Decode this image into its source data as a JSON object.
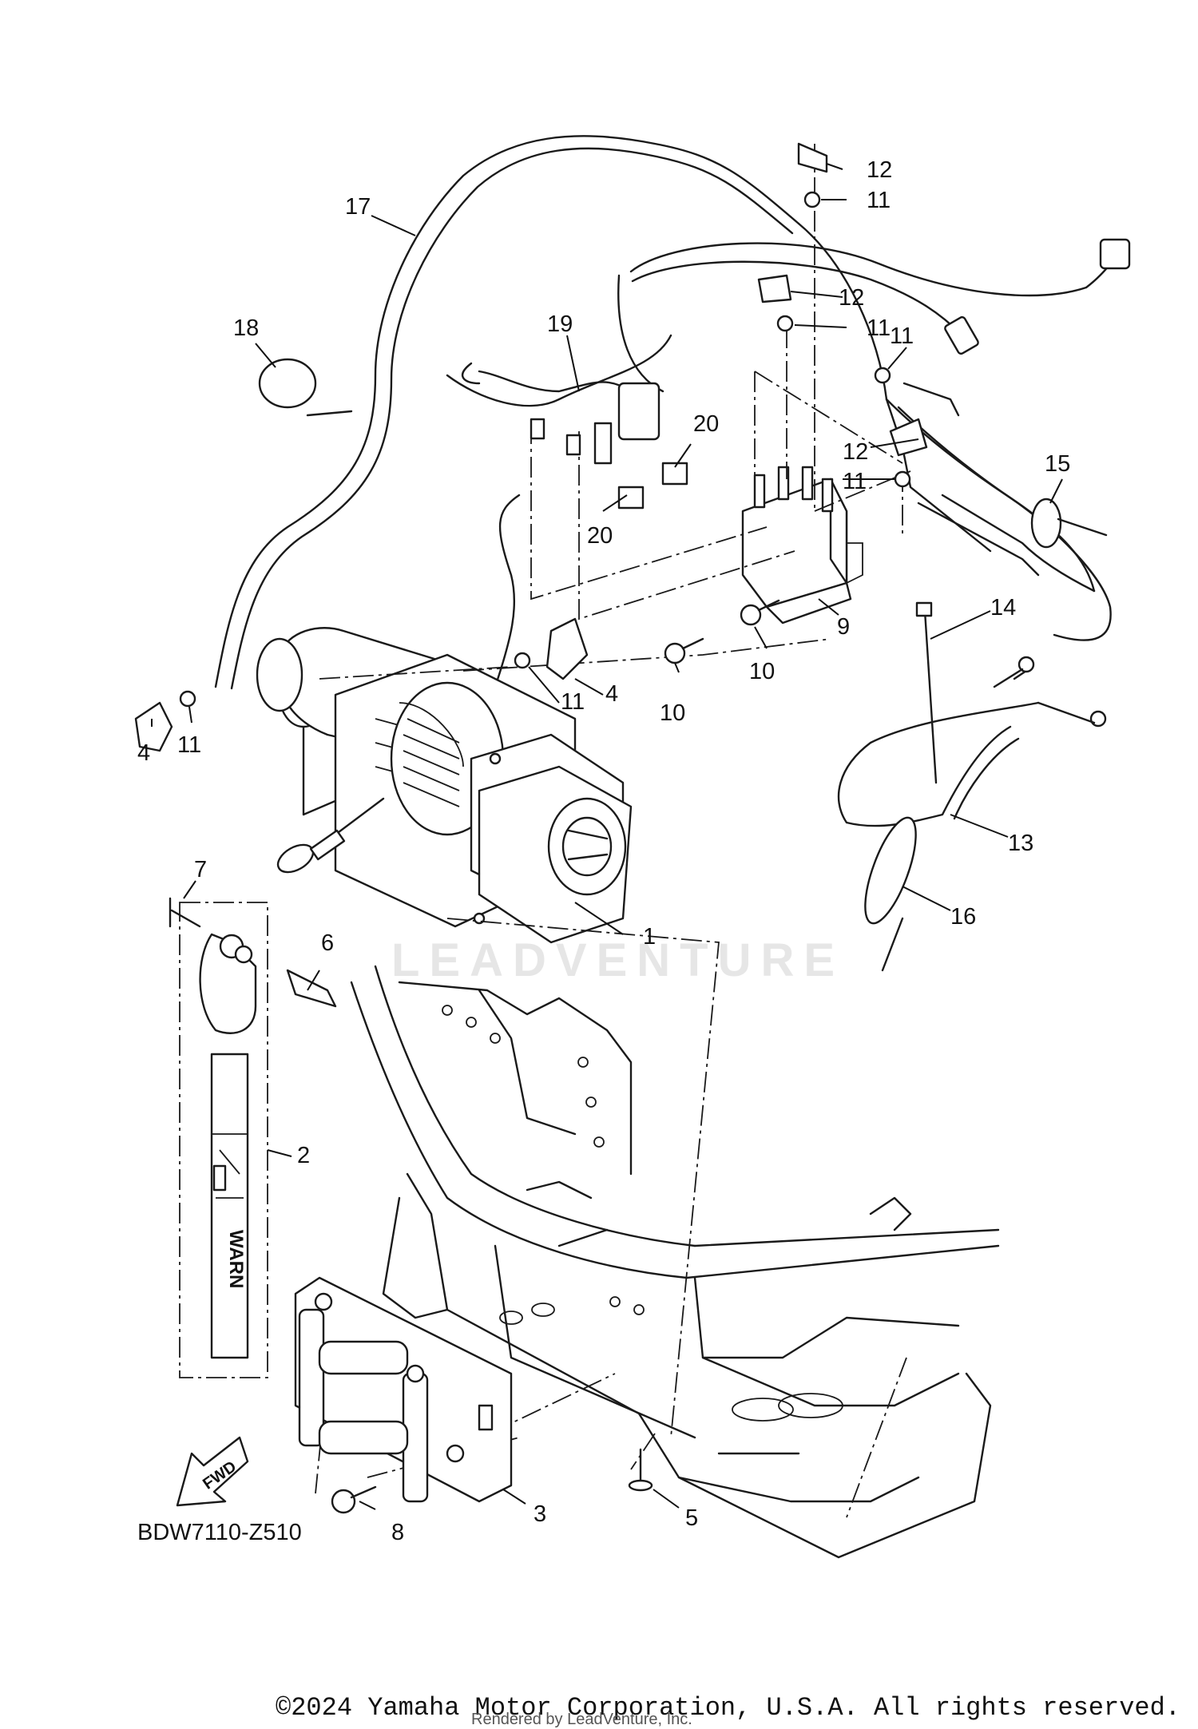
{
  "diagram": {
    "drawing_code": "BDW7110-Z510",
    "fwd_label": "FWD",
    "strap_brand": "WARN",
    "watermark": "LEADVENTURE",
    "callouts": [
      {
        "id": "c1",
        "label": "1"
      },
      {
        "id": "c2",
        "label": "2"
      },
      {
        "id": "c3",
        "label": "3"
      },
      {
        "id": "c4a",
        "label": "4"
      },
      {
        "id": "c4b",
        "label": "4"
      },
      {
        "id": "c5",
        "label": "5"
      },
      {
        "id": "c6",
        "label": "6"
      },
      {
        "id": "c7",
        "label": "7"
      },
      {
        "id": "c8",
        "label": "8"
      },
      {
        "id": "c9",
        "label": "9"
      },
      {
        "id": "c10a",
        "label": "10"
      },
      {
        "id": "c10b",
        "label": "10"
      },
      {
        "id": "c11a",
        "label": "11"
      },
      {
        "id": "c11b",
        "label": "11"
      },
      {
        "id": "c11c",
        "label": "11"
      },
      {
        "id": "c11d",
        "label": "11"
      },
      {
        "id": "c11e",
        "label": "11"
      },
      {
        "id": "c11f",
        "label": "11"
      },
      {
        "id": "c12a",
        "label": "12"
      },
      {
        "id": "c12b",
        "label": "12"
      },
      {
        "id": "c12c",
        "label": "12"
      },
      {
        "id": "c13",
        "label": "13"
      },
      {
        "id": "c14",
        "label": "14"
      },
      {
        "id": "c15",
        "label": "15"
      },
      {
        "id": "c16",
        "label": "16"
      },
      {
        "id": "c17",
        "label": "17"
      },
      {
        "id": "c18",
        "label": "18"
      },
      {
        "id": "c19",
        "label": "19"
      },
      {
        "id": "c20a",
        "label": "20"
      },
      {
        "id": "c20b",
        "label": "20"
      }
    ]
  },
  "footer": {
    "copyright": "©2024 Yamaha Motor Corporation, U.S.A. All rights reserved.",
    "rendered_by": "Rendered by LeadVenture, Inc."
  }
}
